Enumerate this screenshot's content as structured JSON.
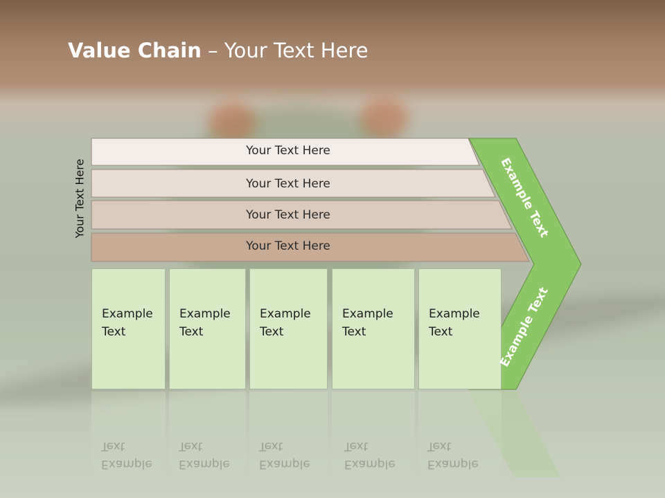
{
  "title": {
    "bold": "Value Chain",
    "rest": " – Your Text Here"
  },
  "side_label": "Your Text Here",
  "rows": [
    {
      "label": "Your Text Here",
      "color": "#f2ede8"
    },
    {
      "label": "Your Text Here",
      "color": "#e8ddd4"
    },
    {
      "label": "Your Text Here",
      "color": "#dccabd"
    },
    {
      "label": "Your Text Here",
      "color": "#c8ab94"
    }
  ],
  "boxes": [
    {
      "label": "Example\nText"
    },
    {
      "label": "Example\nText"
    },
    {
      "label": "Example\nText"
    },
    {
      "label": "Example\nText"
    },
    {
      "label": "Example\nText"
    }
  ],
  "chevron": {
    "top_label": "Example Text",
    "bottom_label": "Example Text",
    "color": "#8dc665",
    "border": "#5f8f45"
  },
  "colors": {
    "box_fill": "#d8e9c5",
    "row_border": "#9b8a7a"
  }
}
